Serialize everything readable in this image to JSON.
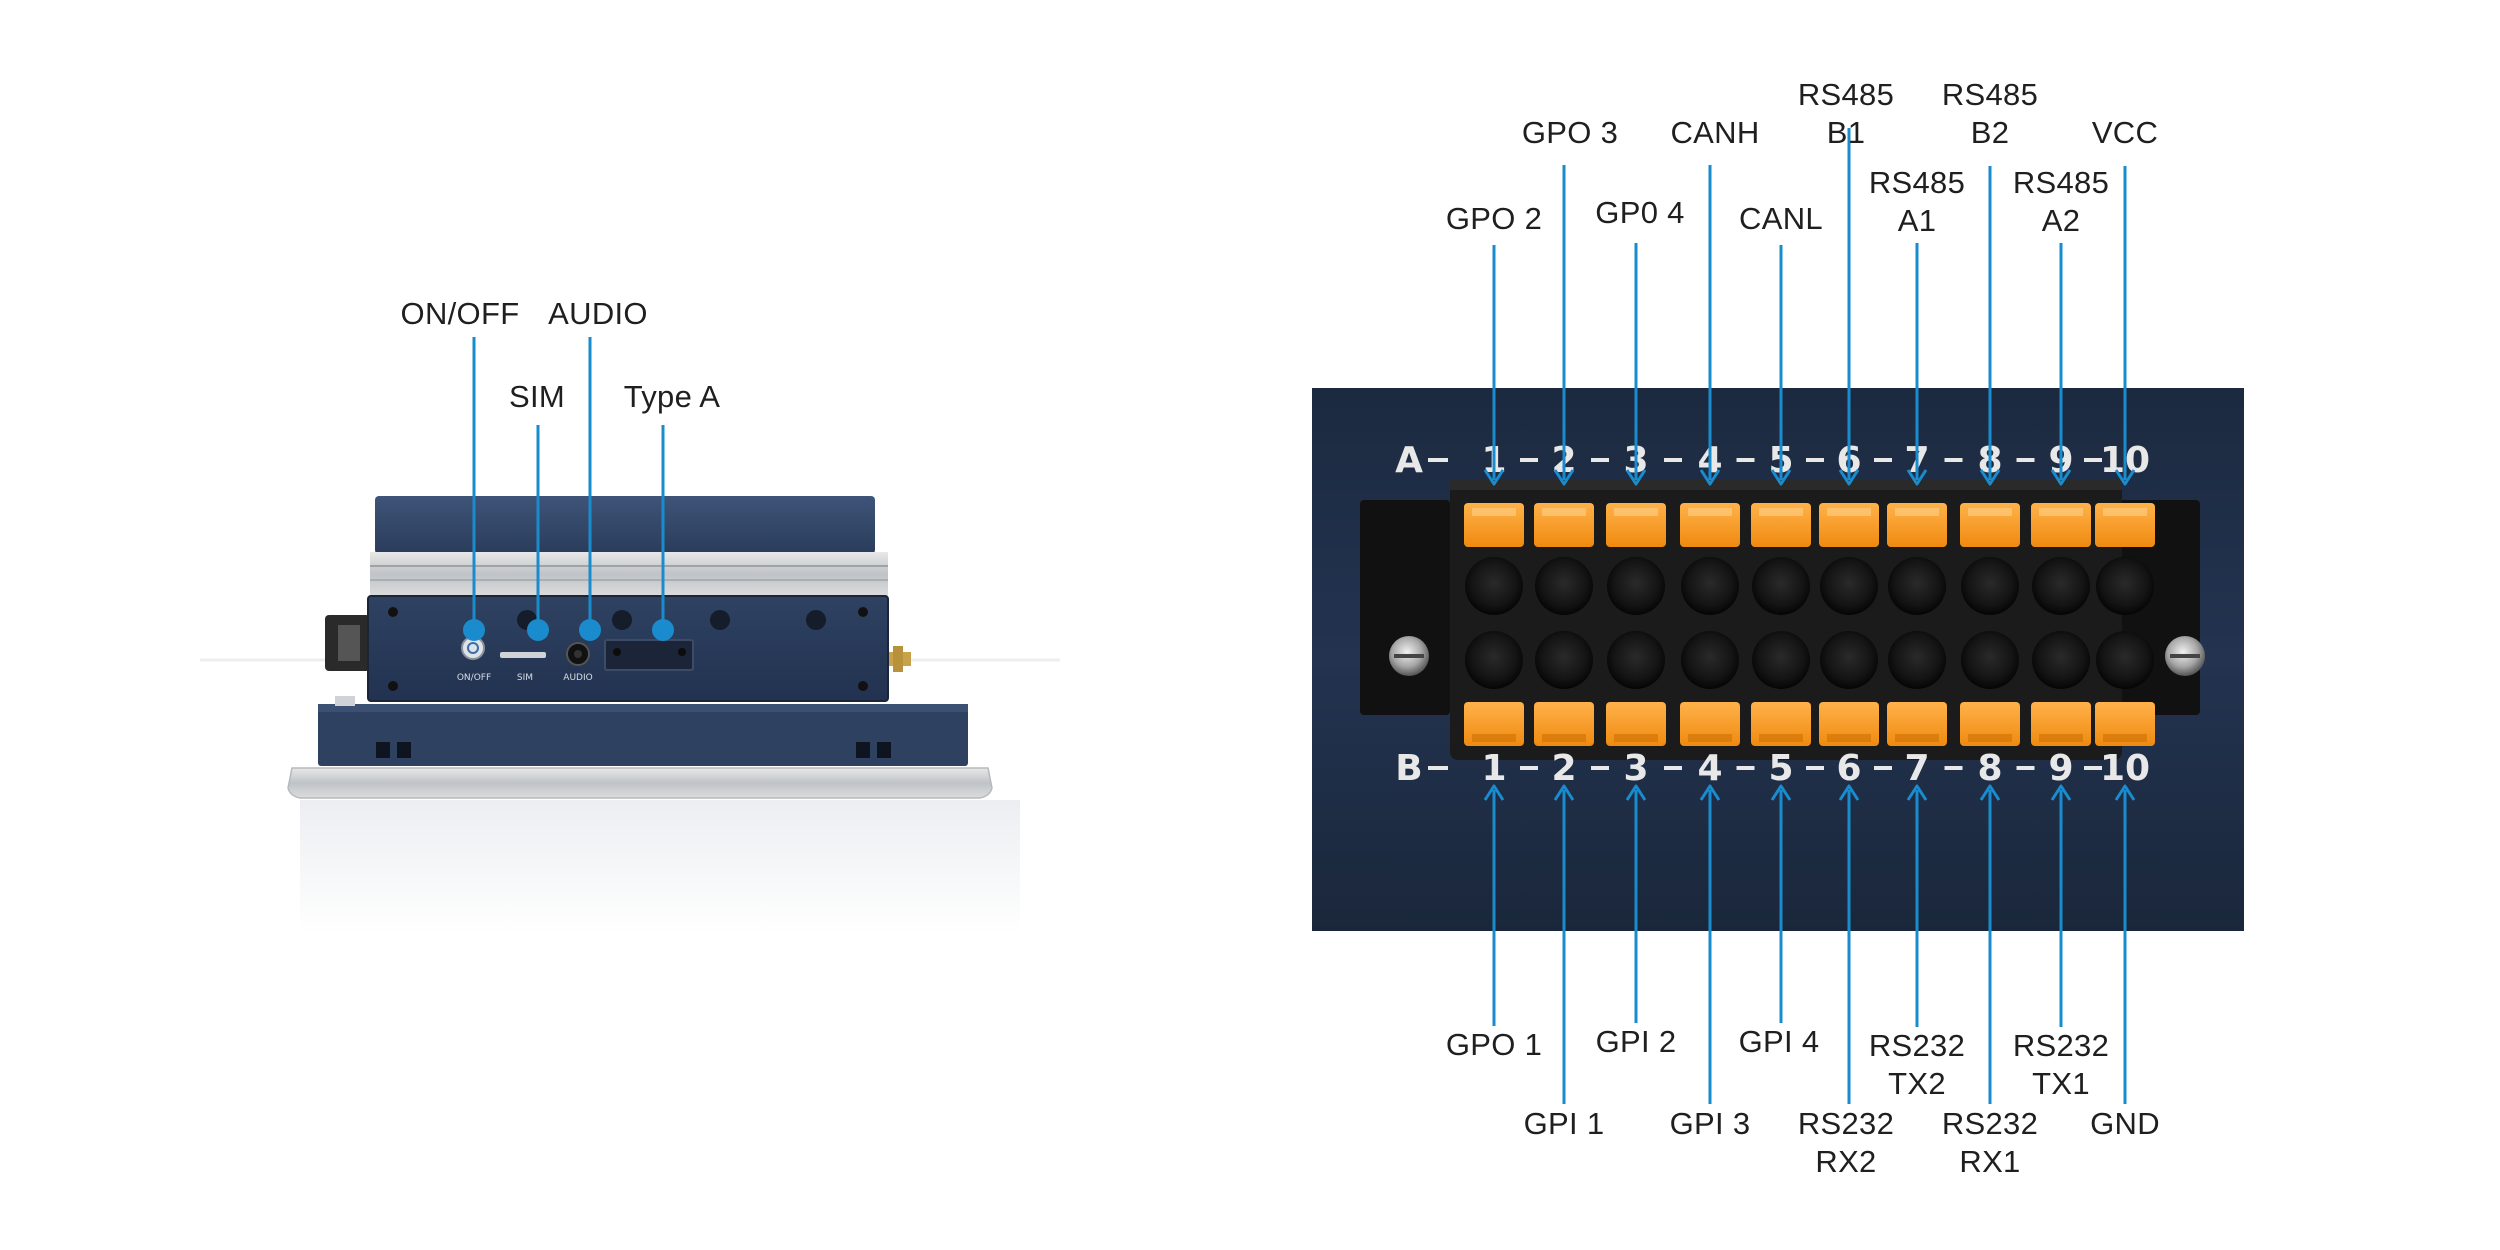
{
  "device_labels": [
    {
      "text": "ON/OFF"
    },
    {
      "text": "SIM"
    },
    {
      "text": "AUDIO"
    },
    {
      "text": "Type A"
    }
  ],
  "device_port_markings": [
    "ON/OFF",
    "SIM",
    "AUDIO"
  ],
  "row_a_prefix": "A",
  "row_b_prefix": "B",
  "row_numbers": [
    "1",
    "2",
    "3",
    "4",
    "5",
    "6",
    "7",
    "8",
    "9",
    "10"
  ],
  "top_labels": [
    {
      "pin": 1,
      "text": "GPO 2"
    },
    {
      "pin": 2,
      "text": "GPO 3"
    },
    {
      "pin": 3,
      "text": "GP0 4"
    },
    {
      "pin": 4,
      "text": "CANH"
    },
    {
      "pin": 5,
      "text": "CANL"
    },
    {
      "pin": 6,
      "text": "RS485\nB1"
    },
    {
      "pin": 7,
      "text": "RS485\nA1"
    },
    {
      "pin": 8,
      "text": "RS485\nB2"
    },
    {
      "pin": 9,
      "text": "RS485\nA2"
    },
    {
      "pin": 10,
      "text": "VCC"
    }
  ],
  "bottom_labels": [
    {
      "pin": 1,
      "text": "GPO 1"
    },
    {
      "pin": 2,
      "text": "GPI 1"
    },
    {
      "pin": 3,
      "text": "GPI 2"
    },
    {
      "pin": 4,
      "text": "GPI 3"
    },
    {
      "pin": 5,
      "text": "GPI 4"
    },
    {
      "pin": 6,
      "text": "RS232\nRX2"
    },
    {
      "pin": 7,
      "text": "RS232\nTX2"
    },
    {
      "pin": 8,
      "text": "RS232\nRX1"
    },
    {
      "pin": 9,
      "text": "RS232\nTX1"
    },
    {
      "pin": 10,
      "text": "GND"
    }
  ],
  "colors": {
    "leader": "#1a8ccd",
    "panel": "#1e2d44",
    "latch": "#f7931e",
    "device_body": "#2c3e5c"
  }
}
